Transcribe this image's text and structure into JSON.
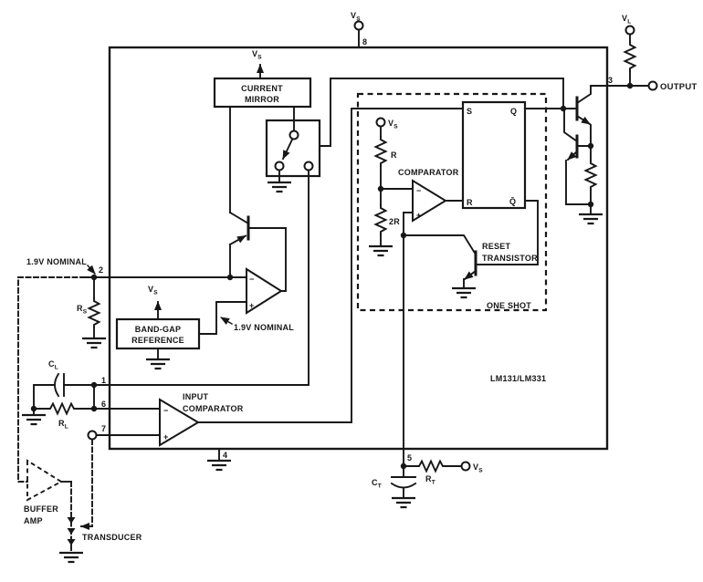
{
  "diagram": {
    "part_label": "LM131/LM331",
    "supply_labels": {
      "vs_pin8": {
        "main": "V",
        "sub": "S"
      },
      "vs_current_mirror": {
        "main": "V",
        "sub": "S"
      },
      "vs_band_gap": {
        "main": "V",
        "sub": "S"
      },
      "vs_one_shot": {
        "main": "V",
        "sub": "S"
      },
      "vs_rt": {
        "main": "V",
        "sub": "S"
      },
      "vl": {
        "main": "V",
        "sub": "L"
      }
    },
    "component_labels": {
      "rs": {
        "main": "R",
        "sub": "S"
      },
      "rl": {
        "main": "R",
        "sub": "L"
      },
      "rt": {
        "main": "R",
        "sub": "T"
      },
      "cl": {
        "main": "C",
        "sub": "L"
      },
      "ct": {
        "main": "C",
        "sub": "T"
      },
      "r": "R",
      "two_r": "2R"
    },
    "blocks": {
      "current_mirror": {
        "line1": "CURRENT",
        "line2": "MIRROR"
      },
      "band_gap": {
        "line1": "BAND-GAP",
        "line2": "REFERENCE"
      },
      "input_comparator": {
        "line1": "INPUT",
        "line2": "COMPARATOR"
      },
      "one_shot_comparator": "COMPARATOR",
      "reset_transistor": {
        "line1": "RESET",
        "line2": "TRANSISTOR"
      },
      "one_shot": "ONE SHOT",
      "buffer_amp": {
        "line1": "BUFFER",
        "line2": "AMP"
      },
      "transducer": "TRANSDUCER"
    },
    "flip_flop": {
      "s": "S",
      "q": "Q",
      "r": "R",
      "q_bar": "Q̄"
    },
    "pins": {
      "p1": "1",
      "p2": "2",
      "p3": "3",
      "p4": "4",
      "p5": "5",
      "p6": "6",
      "p7": "7",
      "p8": "8"
    },
    "annotations": {
      "nominal_left": "1.9V NOMINAL",
      "nominal_reference": "1.9V NOMINAL",
      "output": "OUTPUT"
    },
    "opamp_signs": {
      "plus": "+",
      "minus": "−"
    }
  }
}
